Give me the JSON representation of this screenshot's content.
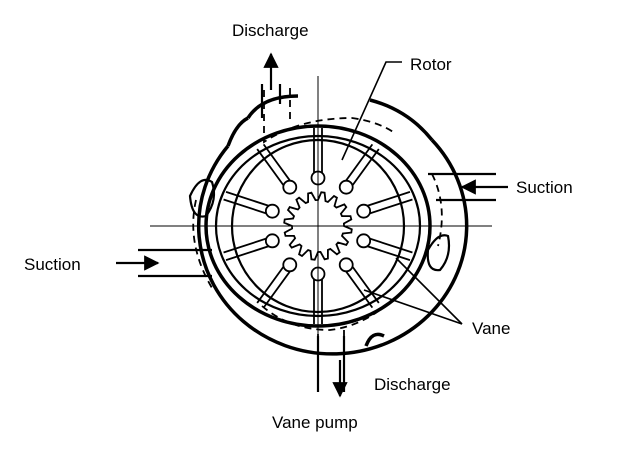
{
  "labels": {
    "discharge_top": "Discharge",
    "rotor": "Rotor",
    "suction_right": "Suction",
    "suction_left": "Suction",
    "vane": "Vane",
    "discharge_bottom": "Discharge",
    "caption": "Vane pump"
  },
  "vane_count": 10,
  "spline_teeth": 16
}
